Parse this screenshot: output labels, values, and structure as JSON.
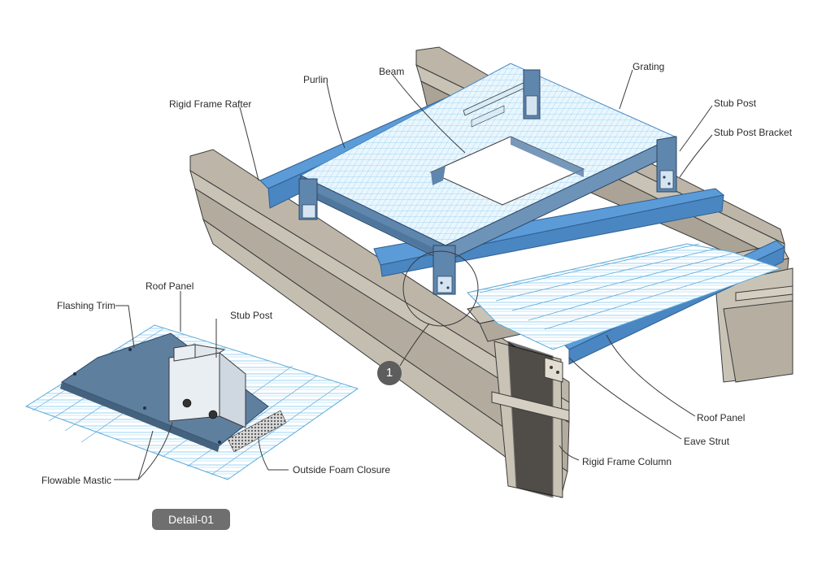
{
  "labels": {
    "rigid_frame_rafter": "Rigid Frame Rafter",
    "purlin": "Purlin",
    "beam": "Beam",
    "grating": "Grating",
    "stub_post_top": "Stub Post",
    "stub_post_bracket": "Stub Post Bracket",
    "roof_panel_main": "Roof Panel",
    "eave_strut": "Eave Strut",
    "rigid_frame_column": "Rigid Frame Column",
    "roof_panel_detail": "Roof Panel",
    "flashing_trim": "Flashing Trim",
    "stub_post_detail": "Stub Post",
    "flowable_mastic": "Flowable Mastic",
    "outside_foam_closure": "Outside Foam Closure"
  },
  "callout_number": "1",
  "detail_badge": "Detail-01",
  "colors": {
    "steel": "#c9c3b6",
    "steel_dark": "#aaa396",
    "purlin_blue": "#5b9bd8",
    "beam_blue": "#5f86ad",
    "grating_line": "#7ec7ee",
    "outline": "#3a3a3a"
  }
}
